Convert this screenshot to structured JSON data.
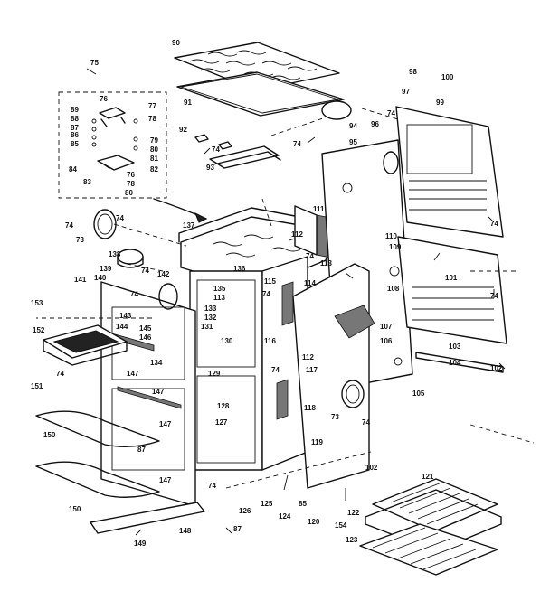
{
  "labels": [
    {
      "key": "p90",
      "text": "90"
    },
    {
      "key": "p91",
      "text": "91"
    },
    {
      "key": "p92",
      "text": "92"
    },
    {
      "key": "p93",
      "text": "93"
    },
    {
      "key": "p94",
      "text": "94"
    },
    {
      "key": "p95",
      "text": "95"
    },
    {
      "key": "p96",
      "text": "96"
    },
    {
      "key": "p97",
      "text": "97"
    },
    {
      "key": "p98",
      "text": "98"
    },
    {
      "key": "p99",
      "text": "99"
    },
    {
      "key": "p100",
      "text": "100"
    },
    {
      "key": "p101",
      "text": "101"
    },
    {
      "key": "p102a",
      "text": "102"
    },
    {
      "key": "p102b",
      "text": "102"
    },
    {
      "key": "p103",
      "text": "103"
    },
    {
      "key": "p104",
      "text": "104"
    },
    {
      "key": "p105",
      "text": "105"
    },
    {
      "key": "p106",
      "text": "106"
    },
    {
      "key": "p107",
      "text": "107"
    },
    {
      "key": "p108",
      "text": "108"
    },
    {
      "key": "p109",
      "text": "109"
    },
    {
      "key": "p110",
      "text": "110"
    },
    {
      "key": "p111",
      "text": "111"
    },
    {
      "key": "p112a",
      "text": "112"
    },
    {
      "key": "p112b",
      "text": "112"
    },
    {
      "key": "p113a",
      "text": "113"
    },
    {
      "key": "p113b",
      "text": "113"
    },
    {
      "key": "p114",
      "text": "114"
    },
    {
      "key": "p115",
      "text": "115"
    },
    {
      "key": "p116",
      "text": "116"
    },
    {
      "key": "p117",
      "text": "117"
    },
    {
      "key": "p118",
      "text": "118"
    },
    {
      "key": "p119",
      "text": "119"
    },
    {
      "key": "p120",
      "text": "120"
    },
    {
      "key": "p121",
      "text": "121"
    },
    {
      "key": "p122",
      "text": "122"
    },
    {
      "key": "p123",
      "text": "123"
    },
    {
      "key": "p124",
      "text": "124"
    },
    {
      "key": "p125",
      "text": "125"
    },
    {
      "key": "p126",
      "text": "126"
    },
    {
      "key": "p127",
      "text": "127"
    },
    {
      "key": "p128",
      "text": "128"
    },
    {
      "key": "p129",
      "text": "129"
    },
    {
      "key": "p130",
      "text": "130"
    },
    {
      "key": "p131",
      "text": "131"
    },
    {
      "key": "p132",
      "text": "132"
    },
    {
      "key": "p133",
      "text": "133"
    },
    {
      "key": "p134",
      "text": "134"
    },
    {
      "key": "p135",
      "text": "135"
    },
    {
      "key": "p136",
      "text": "136"
    },
    {
      "key": "p137",
      "text": "137"
    },
    {
      "key": "p138",
      "text": "138"
    },
    {
      "key": "p139",
      "text": "139"
    },
    {
      "key": "p140",
      "text": "140"
    },
    {
      "key": "p141",
      "text": "141"
    },
    {
      "key": "p142",
      "text": "142"
    },
    {
      "key": "p143",
      "text": "143"
    },
    {
      "key": "p144",
      "text": "144"
    },
    {
      "key": "p145",
      "text": "145"
    },
    {
      "key": "p146",
      "text": "146"
    },
    {
      "key": "p147a",
      "text": "147"
    },
    {
      "key": "p147b",
      "text": "147"
    },
    {
      "key": "p147c",
      "text": "147"
    },
    {
      "key": "p147d",
      "text": "147"
    },
    {
      "key": "p148",
      "text": "148"
    },
    {
      "key": "p149",
      "text": "149"
    },
    {
      "key": "p150a",
      "text": "150"
    },
    {
      "key": "p150b",
      "text": "150"
    },
    {
      "key": "p151",
      "text": "151"
    },
    {
      "key": "p152",
      "text": "152"
    },
    {
      "key": "p153",
      "text": "153"
    },
    {
      "key": "p154",
      "text": "154"
    },
    {
      "key": "p73a",
      "text": "73"
    },
    {
      "key": "p73b",
      "text": "73"
    },
    {
      "key": "p74a",
      "text": "74"
    },
    {
      "key": "p74b",
      "text": "74"
    },
    {
      "key": "p74c",
      "text": "74"
    },
    {
      "key": "p74d",
      "text": "74"
    },
    {
      "key": "p74e",
      "text": "74"
    },
    {
      "key": "p74f",
      "text": "74"
    },
    {
      "key": "p74g",
      "text": "74"
    },
    {
      "key": "p74h",
      "text": "74"
    },
    {
      "key": "p74i",
      "text": "74"
    },
    {
      "key": "p74j",
      "text": "74"
    },
    {
      "key": "p74k",
      "text": "74"
    },
    {
      "key": "p74l",
      "text": "74"
    },
    {
      "key": "p74m",
      "text": "74"
    },
    {
      "key": "p74n",
      "text": "74"
    },
    {
      "key": "p74o",
      "text": "74"
    },
    {
      "key": "p75",
      "text": "75"
    },
    {
      "key": "p76a",
      "text": "76"
    },
    {
      "key": "p76b",
      "text": "76"
    },
    {
      "key": "p77",
      "text": "77"
    },
    {
      "key": "p78a",
      "text": "78"
    },
    {
      "key": "p78b",
      "text": "78"
    },
    {
      "key": "p79",
      "text": "79"
    },
    {
      "key": "p80a",
      "text": "80"
    },
    {
      "key": "p80b",
      "text": "80"
    },
    {
      "key": "p81",
      "text": "81"
    },
    {
      "key": "p82",
      "text": "82"
    },
    {
      "key": "p83",
      "text": "83"
    },
    {
      "key": "p84",
      "text": "84"
    },
    {
      "key": "p85a",
      "text": "85"
    },
    {
      "key": "p85b",
      "text": "85"
    },
    {
      "key": "p86",
      "text": "86"
    },
    {
      "key": "p87a",
      "text": "87"
    },
    {
      "key": "p87b",
      "text": "87"
    },
    {
      "key": "p87c",
      "text": "87"
    },
    {
      "key": "p88",
      "text": "88"
    },
    {
      "key": "p89",
      "text": "89"
    }
  ]
}
